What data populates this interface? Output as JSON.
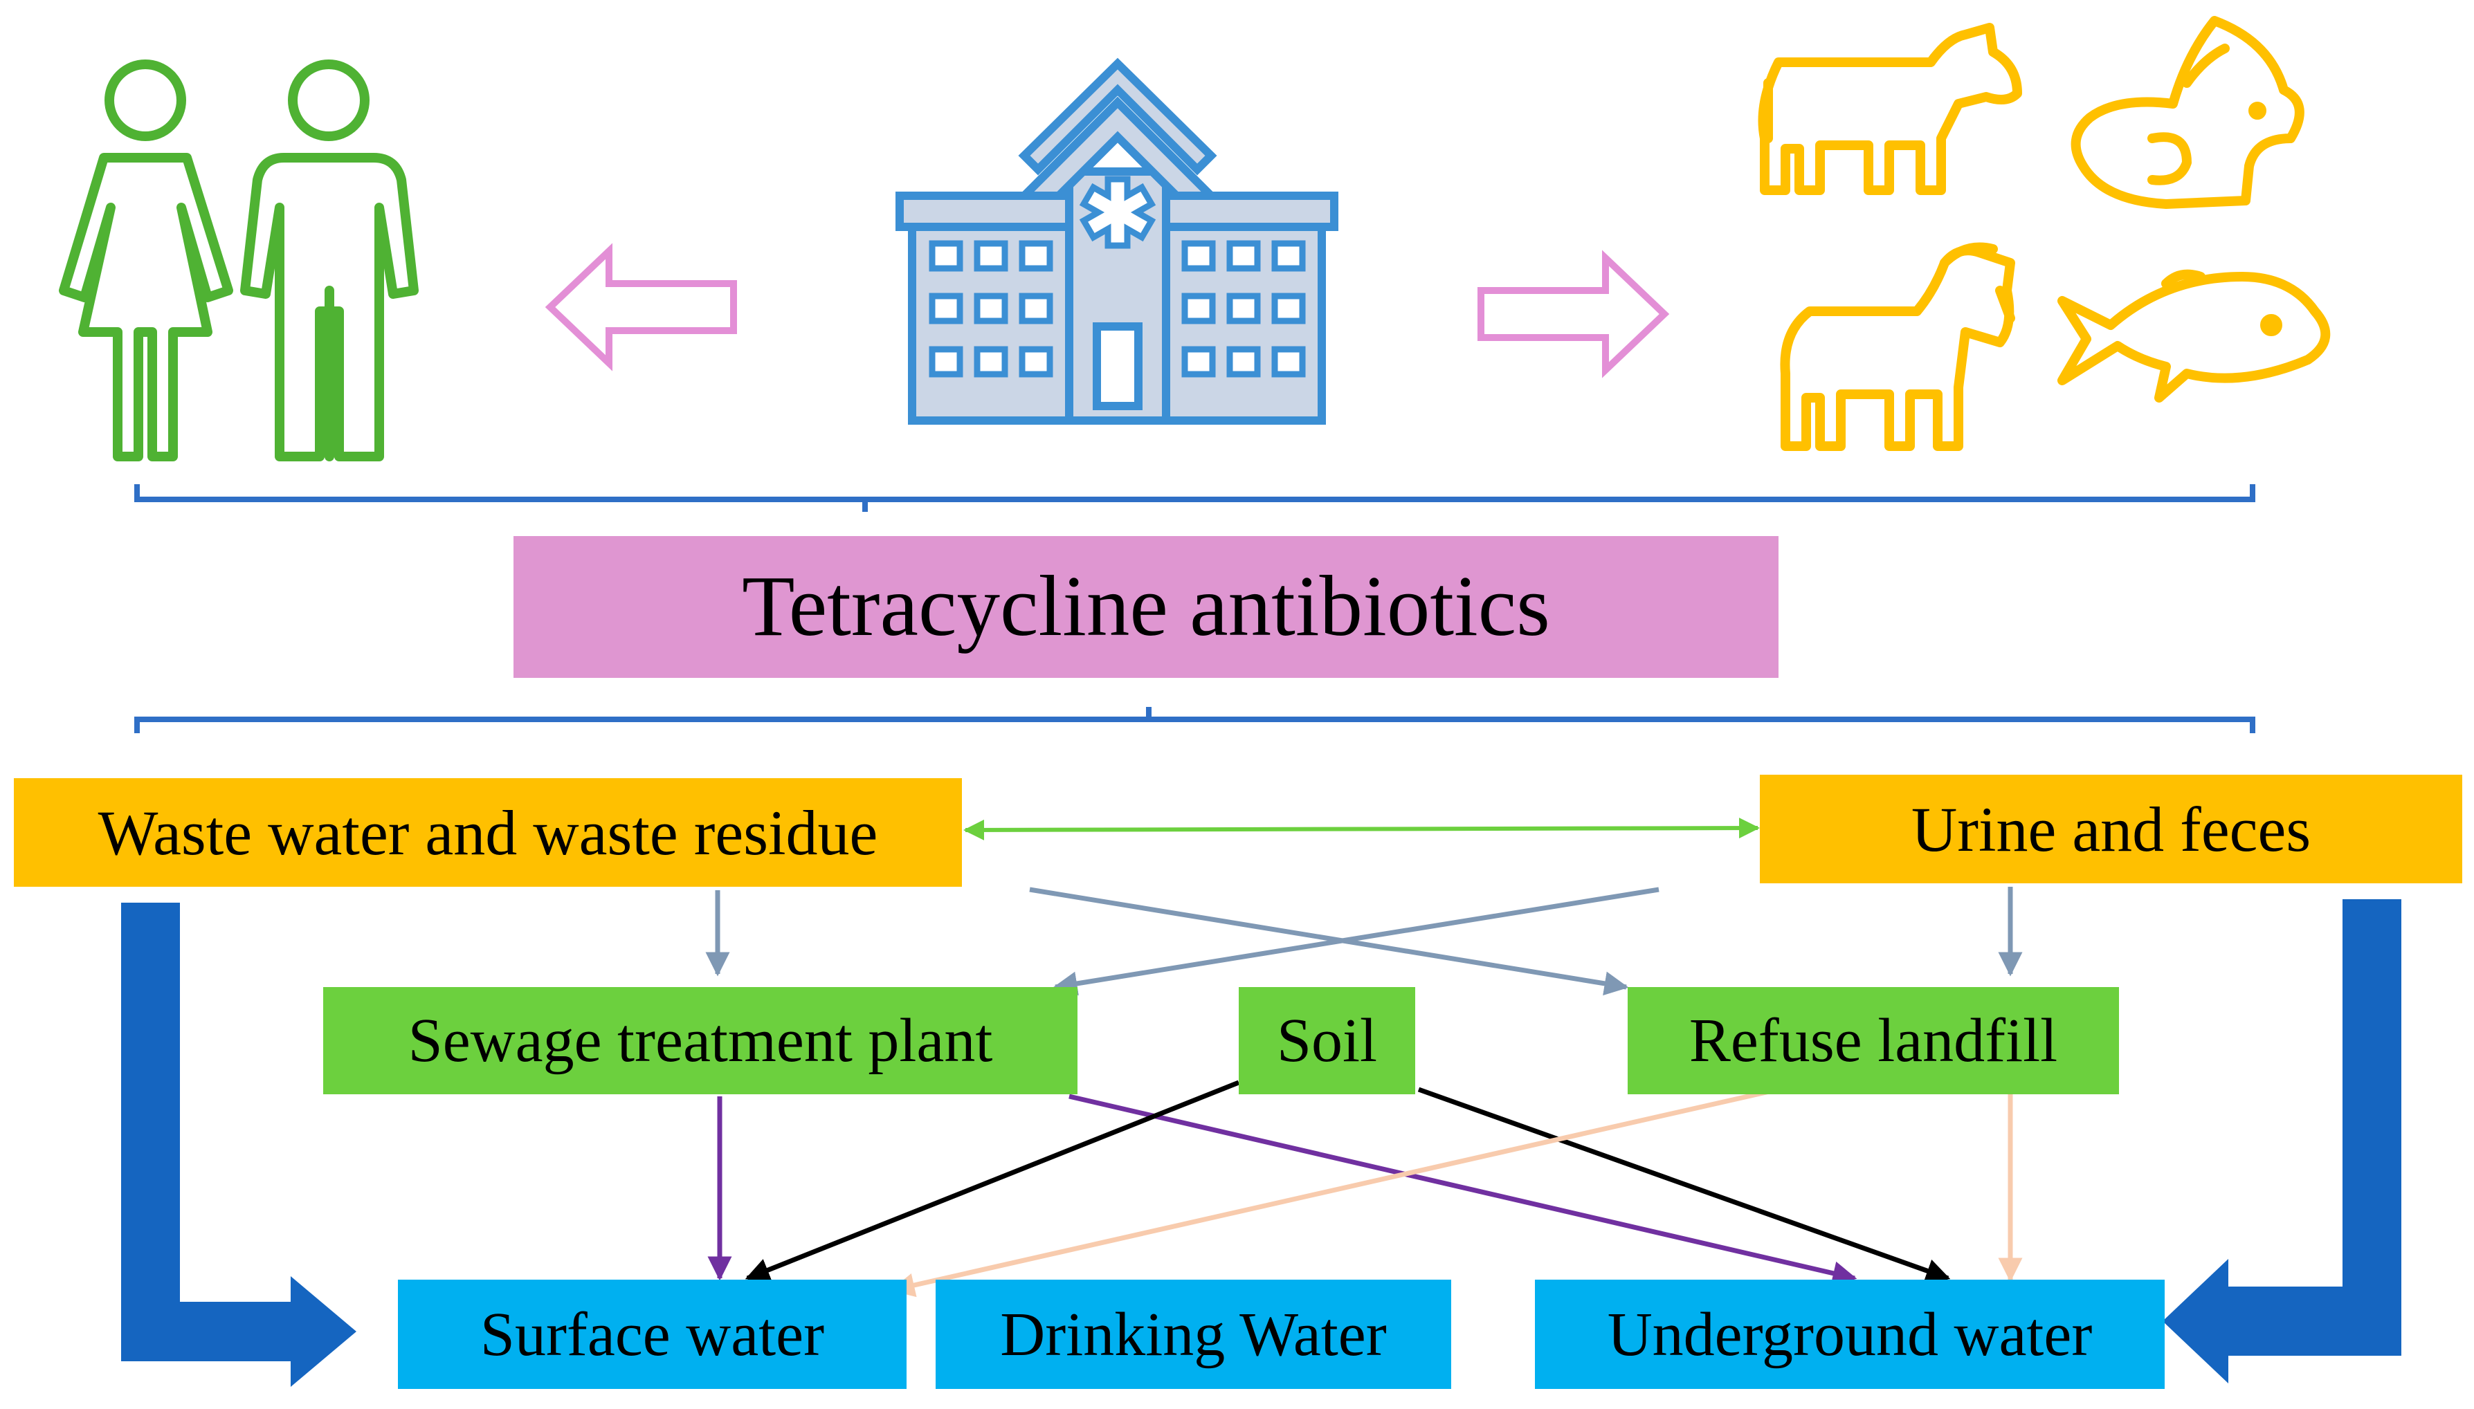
{
  "title": "Tetracycline antibiotics",
  "sources": [
    {
      "name": "Waste water and waste residue",
      "color": "#ffc000"
    },
    {
      "name": "Urine and feces",
      "color": "#ffc000"
    }
  ],
  "intermediates": [
    {
      "name": "Sewage treatment plant",
      "color": "#6cd03e"
    },
    {
      "name": "Soil",
      "color": "#6cd03e"
    },
    {
      "name": "Refuse landfill",
      "color": "#6cd03e"
    }
  ],
  "sinks": [
    {
      "name": "Surface water",
      "color": "#00b0f0"
    },
    {
      "name": "Drinking Water",
      "color": "#00b0f0"
    },
    {
      "name": "Underground water",
      "color": "#00b0f0"
    }
  ],
  "icons": {
    "people": "people-icon",
    "hospital": "hospital-icon",
    "cow": "cow-icon",
    "rabbit": "rabbit-icon",
    "goat": "goat-icon",
    "fish": "fish-icon"
  },
  "colors": {
    "people": "#4fb233",
    "hospital_stroke": "#3b8fd4",
    "hospital_fill": "#cbd6e6",
    "animals": "#ffc000",
    "top_arrows": "#e38fd6",
    "title_box": "#df96d1",
    "brackets": "#2f6fc6",
    "green_link": "#6cd03e",
    "gray_arrows": "#7f98b4",
    "purple_arrows": "#7030a0",
    "black_arrows": "#000000",
    "peach_arrows": "#f8cbad",
    "big_arrows": "#1565c0"
  }
}
